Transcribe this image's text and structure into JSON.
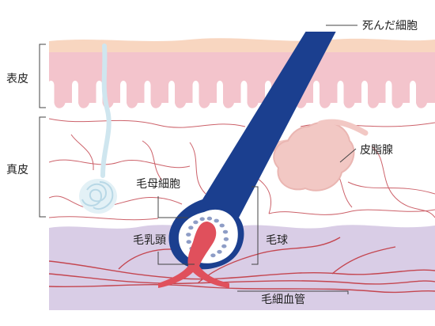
{
  "labels": {
    "dead_cells": "死んだ細胞",
    "epidermis": "表皮",
    "dermis": "真皮",
    "sebaceous_gland": "皮脂腺",
    "hair_matrix_cells": "毛母細胞",
    "dermal_papilla": "毛乳頭",
    "hair_bulb": "毛球",
    "capillaries": "毛細血管"
  },
  "colors": {
    "hair": "#1b3f8f",
    "epidermis": "#f3c4cc",
    "skin_surface": "#f8d6c0",
    "dermis_lines": "#c44650",
    "sebaceous": "#f2c8c4",
    "sweat_gland": "#cfe6ef",
    "subcutis": "#d9cde6",
    "papilla": "#e0505c",
    "matrix_dots": "#8e9dc6"
  },
  "icons": [
    "hair-shaft",
    "sweat-gland-coil",
    "sebaceous-gland",
    "capillary-vessels"
  ]
}
